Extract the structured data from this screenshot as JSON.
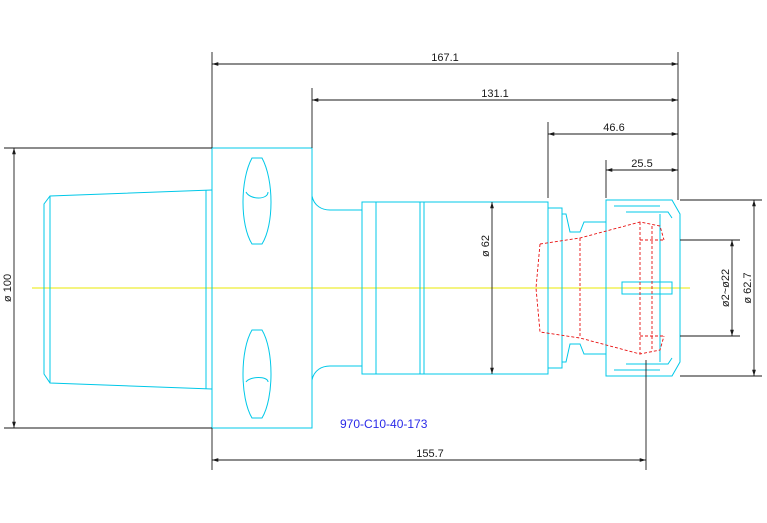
{
  "drawing": {
    "part_number": "970-C10-40-173",
    "colors": {
      "outline": "#00c8e8",
      "dimension": "#1a1a1a",
      "hidden_lines": "#e81010",
      "centerline": "#e8e800",
      "label": "#2a2ae8"
    }
  },
  "dimensions": {
    "overall_length": "167.1",
    "length_131": "131.1",
    "length_46": "46.6",
    "length_25": "25.5",
    "bottom_length": "155.7",
    "flange_diameter": "ø 100",
    "body_diameter": "ø 62",
    "nut_diameter": "ø 62.7",
    "clamp_range": "ø2~ø22"
  }
}
